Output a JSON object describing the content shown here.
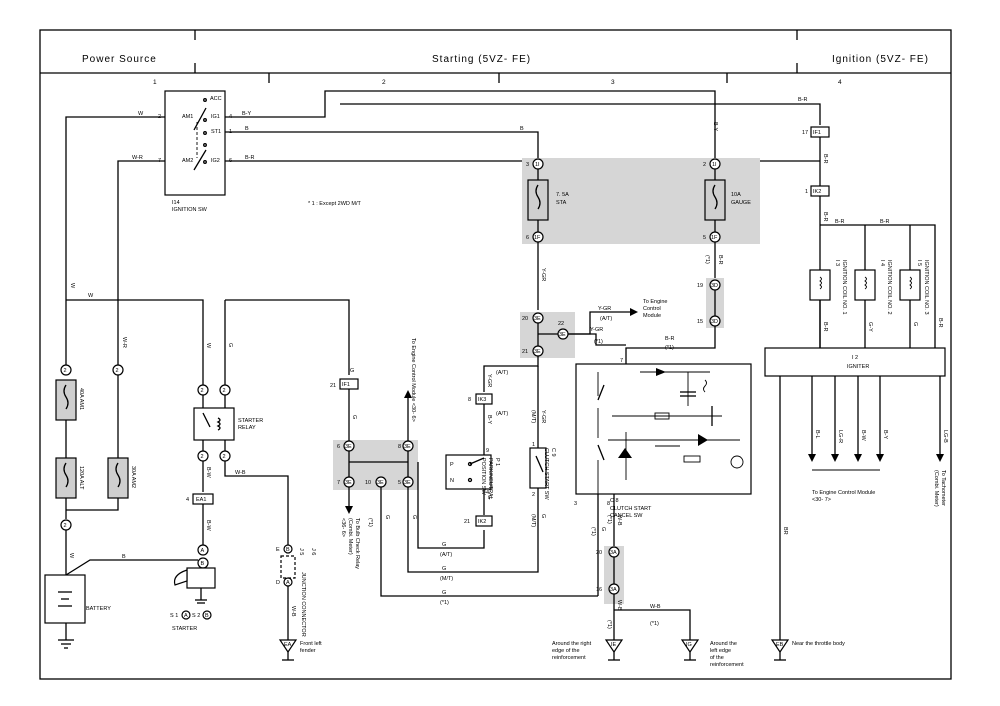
{
  "header": {
    "power_source": "Power Source",
    "starting": "Starting (5VZ- FE)",
    "ignition": "Ignition (5VZ- FE)"
  },
  "columns": [
    "1",
    "2",
    "3",
    "4"
  ],
  "note": "* 1 : Except 2WD M/T",
  "ignition_switch": {
    "id": "I14",
    "name": "IGNITION SW",
    "terminals": [
      "ACC",
      "AM1",
      "IG1",
      "ST1",
      "AM2",
      "IG2"
    ],
    "pins": [
      "2",
      "4",
      "1",
      "7",
      "6"
    ]
  },
  "fuses": [
    {
      "id": "40A AM1",
      "label": "40A AM1"
    },
    {
      "id": "120A ALT",
      "label": "120A ALT"
    },
    {
      "id": "30A AM2",
      "label": "30A AM2"
    },
    {
      "id": "7.5A STA",
      "label": "7. 5A",
      "label2": "STA"
    },
    {
      "id": "10A GAUGE",
      "label": "10A",
      "label2": "GAUGE"
    }
  ],
  "wires": {
    "W": "W",
    "WR": "W-R",
    "BY": "B-Y",
    "B": "B",
    "BR": "B-R",
    "YGR": "Y-GR",
    "G": "G",
    "BW": "B-W",
    "WB": "W-B",
    "LGR": "LG-R",
    "GY": "G-Y",
    "LGB": "LG-B",
    "BL": "B-L",
    "BRN": "BR"
  },
  "connectors": {
    "1I": "1I",
    "1F": "1F",
    "3E": "3E",
    "3D": "3D",
    "IF1": "IF1",
    "IK2": "IK2",
    "IK3": "IK3",
    "EA1": "EA1",
    "3A": "3A"
  },
  "components": {
    "starter_relay": "STARTER\nRELAY",
    "battery": "BATTERY",
    "starter": "STARTER",
    "starter_s": "S 1",
    "starter_s2": "S 2",
    "junction": "JUNCTION CONNECTOR",
    "junction_id": "J 5",
    "junction_id2": "J 6",
    "park_neutral": "P 1\nPARK/NEUTRAL\nPOSITION SW",
    "clutch_start": "C 9\nCLUTCH START SW",
    "clutch_cancel_id": "C 8",
    "clutch_cancel": "CLUTCH START\nCANCEL SW",
    "igniter_id": "I 2",
    "igniter": "IGNITER",
    "coil1_id": "I 3",
    "coil1": "IGNITION COIL NO. 1",
    "coil2_id": "I 4",
    "coil2": "IGNITION COIL NO. 2",
    "coil3_id": "I 5",
    "coil3": "IGNITION COIL NO. 3"
  },
  "destinations": {
    "ecm_top": "To Engine Control Module <30- 6>",
    "ecm_right": "To Engine\nControl\nModule",
    "ecm_bottom": "To Engine Control Module\n<30- 7>",
    "tachometer": "To Tachometer\n(Combi. Meter)",
    "bulb_check": "To Bulb Check Relay\n(Combi. Meter)\n<36- 6>"
  },
  "grounds": [
    {
      "id": "EA",
      "label": "Front left\nfender"
    },
    {
      "id": "IE",
      "label": "Around the right\nedge of the\nreinforcement"
    },
    {
      "id": "IG",
      "label": "Around the\nleft edge\nof the\nreinforcement"
    },
    {
      "id": "EB",
      "label": "Near the throttle body"
    }
  ],
  "pin_notes": {
    "at": "(A/T)",
    "mt": "(M/T)",
    "star1": "(*1)"
  }
}
